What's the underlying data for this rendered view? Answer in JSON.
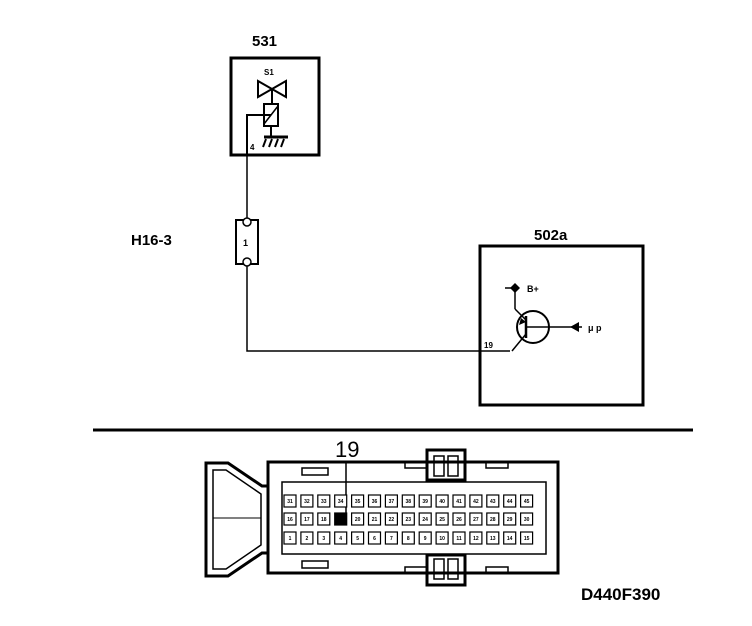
{
  "wiring": {
    "component_531": {
      "id": "531",
      "switch_label": "S1",
      "pin": "4"
    },
    "connector_h16": {
      "id": "H16-3",
      "pin": "1"
    },
    "component_502a": {
      "id": "502a",
      "supply_label": "B+",
      "input_label": "μ p",
      "pin": "19"
    }
  },
  "connector_view": {
    "highlight_pin_label": "19",
    "rows": [
      [
        "31",
        "32",
        "33",
        "34",
        "35",
        "36",
        "37",
        "38",
        "39",
        "40",
        "41",
        "42",
        "43",
        "44",
        "45"
      ],
      [
        "16",
        "17",
        "18",
        "19",
        "20",
        "21",
        "22",
        "23",
        "24",
        "25",
        "26",
        "27",
        "28",
        "29",
        "30"
      ],
      [
        "1",
        "2",
        "3",
        "4",
        "5",
        "6",
        "7",
        "8",
        "9",
        "10",
        "11",
        "12",
        "13",
        "14",
        "15"
      ]
    ],
    "highlighted_pin": "19"
  },
  "figure_code": "D440F390"
}
